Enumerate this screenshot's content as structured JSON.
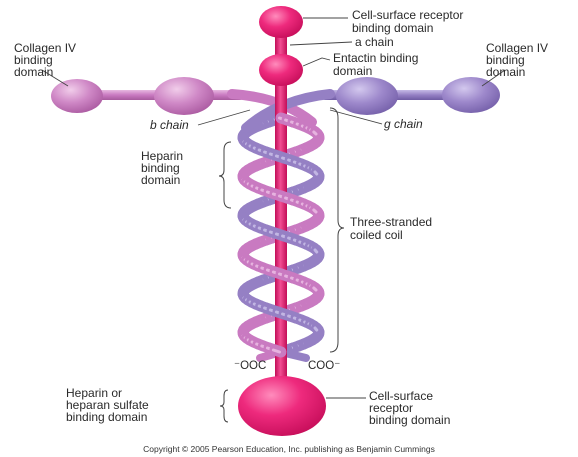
{
  "colors": {
    "alpha_chain": "#e0156b",
    "alpha_highlight": "#f45a99",
    "beta_chain": "#c97ac1",
    "beta_highlight": "#e6b3df",
    "gamma_chain": "#9580c4",
    "gamma_highlight": "#c2b6e3",
    "text": "#2a2a2a",
    "background": "#ffffff"
  },
  "labels": {
    "cell_surface_top_1": "Cell-surface receptor",
    "cell_surface_top_2": "binding domain",
    "a_chain": "a chain",
    "entactin_1": "Entactin binding",
    "entactin_2": "domain",
    "collagen_left_1": "Collagen IV",
    "collagen_left_2": "binding",
    "collagen_left_3": "domain",
    "collagen_right_1": "Collagen IV",
    "collagen_right_2": "binding",
    "collagen_right_3": "domain",
    "b_chain": "b chain",
    "g_chain": "g chain",
    "heparin_1": "Heparin",
    "heparin_2": "binding",
    "heparin_3": "domain",
    "coiled_1": "Three-stranded",
    "coiled_2": "coiled coil",
    "ooc_left": "⁻OOC",
    "coo_right": "COO⁻",
    "heparan_1": "Heparin or",
    "heparan_2": "heparan sulfate",
    "heparan_3": "binding domain",
    "cell_surface_bottom_1": "Cell-surface",
    "cell_surface_bottom_2": "receptor",
    "cell_surface_bottom_3": "binding domain"
  },
  "copyright": "Copyright © 2005 Pearson Education, Inc. publishing as Benjamin Cummings"
}
